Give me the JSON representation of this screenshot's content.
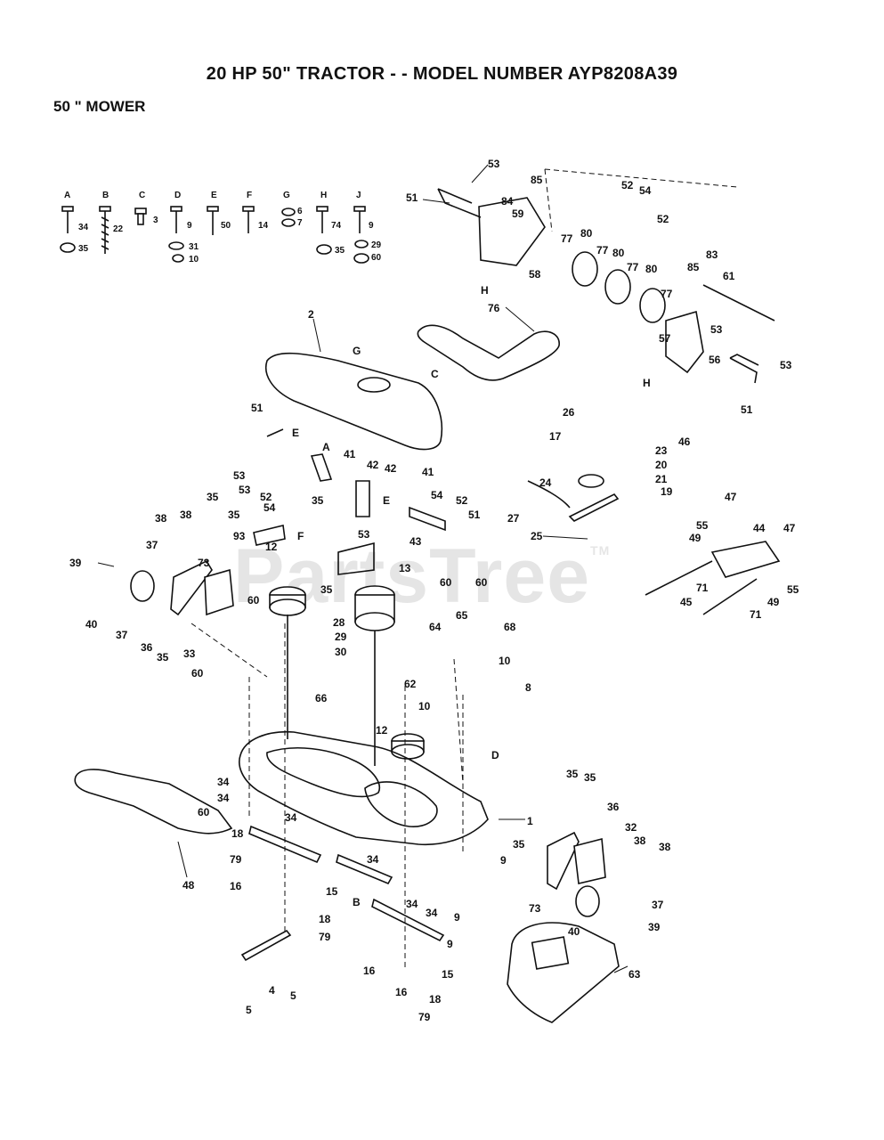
{
  "header": {
    "title": "20 HP 50\" TRACTOR - - MODEL NUMBER AYP8208A39",
    "subtitle": "50 \" MOWER"
  },
  "watermark": {
    "text": "PartsTree",
    "mark": "TM"
  },
  "hardware_legend": [
    {
      "letter": "A",
      "nums": [
        "34",
        "35"
      ]
    },
    {
      "letter": "B",
      "nums": [
        "22"
      ]
    },
    {
      "letter": "C",
      "nums": [
        "3"
      ]
    },
    {
      "letter": "D",
      "nums": [
        "9",
        "31",
        "10"
      ]
    },
    {
      "letter": "E",
      "nums": [
        "50"
      ]
    },
    {
      "letter": "F",
      "nums": [
        "14"
      ]
    },
    {
      "letter": "G",
      "nums": [
        "6",
        "7"
      ]
    },
    {
      "letter": "H",
      "nums": [
        "74",
        "35"
      ]
    },
    {
      "letter": "J",
      "nums": [
        "9",
        "29",
        "60"
      ]
    }
  ],
  "callouts": {
    "c0": "53",
    "c1": "85",
    "c2": "51",
    "c3": "84",
    "c4": "59",
    "c5": "52",
    "c6": "54",
    "c7": "52",
    "c8": "77",
    "c9": "80",
    "c10": "77",
    "c11": "80",
    "c12": "77",
    "c13": "80",
    "c14": "77",
    "c15": "58",
    "c16": "H",
    "c17": "83",
    "c18": "85",
    "c19": "61",
    "c20": "76",
    "c21": "2",
    "c22": "G",
    "c23": "C",
    "c24": "53",
    "c25": "57",
    "c26": "56",
    "c27": "53",
    "c28": "H",
    "c29": "51",
    "c30": "26",
    "c31": "17",
    "c32": "46",
    "c33": "23",
    "c34": "20",
    "c35": "21",
    "c36": "19",
    "c37": "24",
    "c38": "27",
    "c39": "25",
    "c40": "51",
    "c41": "E",
    "c42": "A",
    "c43": "41",
    "c44": "42",
    "c45": "42",
    "c46": "41",
    "c47": "53",
    "c48": "53",
    "c49": "52",
    "c50": "54",
    "c51": "E",
    "c52": "54",
    "c53": "52",
    "c54": "51",
    "c55": "35",
    "c56": "35",
    "c57": "38",
    "c58": "38",
    "c59": "93",
    "c60": "F",
    "c61": "35",
    "c62": "53",
    "c63": "43",
    "c64": "37",
    "c65": "12",
    "c66": "39",
    "c67": "73",
    "c68": "13",
    "c69": "35",
    "c70": "40",
    "c71": "37",
    "c72": "36",
    "c73": "35",
    "c74": "33",
    "c75": "60",
    "c76": "28",
    "c77": "60",
    "c78": "60",
    "c79": "65",
    "c80": "29",
    "c81": "64",
    "c82": "68",
    "c83": "30",
    "c84": "10",
    "c85": "60",
    "c86": "62",
    "c87": "66",
    "c88": "8",
    "c89": "10",
    "c90": "12",
    "c91": "D",
    "c92": "47",
    "c93": "55",
    "c94": "44",
    "c95": "47",
    "c96": "49",
    "c97": "71",
    "c98": "55",
    "c99": "45",
    "c100": "49",
    "c101": "71",
    "c102": "1",
    "c103": "34",
    "c104": "34",
    "c105": "60",
    "c106": "34",
    "c107": "18",
    "c108": "34",
    "c109": "9",
    "c110": "79",
    "c111": "16",
    "c112": "15",
    "c113": "B",
    "c114": "34",
    "c115": "34",
    "c116": "9",
    "c117": "18",
    "c118": "79",
    "c119": "9",
    "c120": "48",
    "c121": "16",
    "c122": "15",
    "c123": "16",
    "c124": "18",
    "c125": "79",
    "c126": "5",
    "c127": "4",
    "c128": "5",
    "c129": "35",
    "c130": "35",
    "c131": "36",
    "c132": "32",
    "c133": "38",
    "c134": "38",
    "c135": "35",
    "c136": "73",
    "c137": "37",
    "c138": "40",
    "c139": "39",
    "c140": "63"
  }
}
